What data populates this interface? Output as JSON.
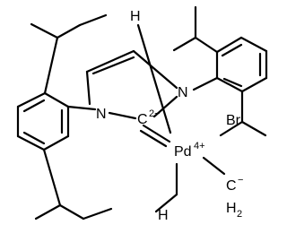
{
  "structure": {
    "atoms": {
      "h_top": "H",
      "n_left": "N",
      "n_right": "N",
      "carbene_c": "C",
      "carbene_charge": "2−",
      "bromine": "Br",
      "palladium": "Pd",
      "pd_charge": "4+",
      "methylene_c": "C",
      "methylene_charge": "−",
      "methylene_h": "H",
      "methylene_count": "2",
      "h_bottom": "H"
    }
  }
}
